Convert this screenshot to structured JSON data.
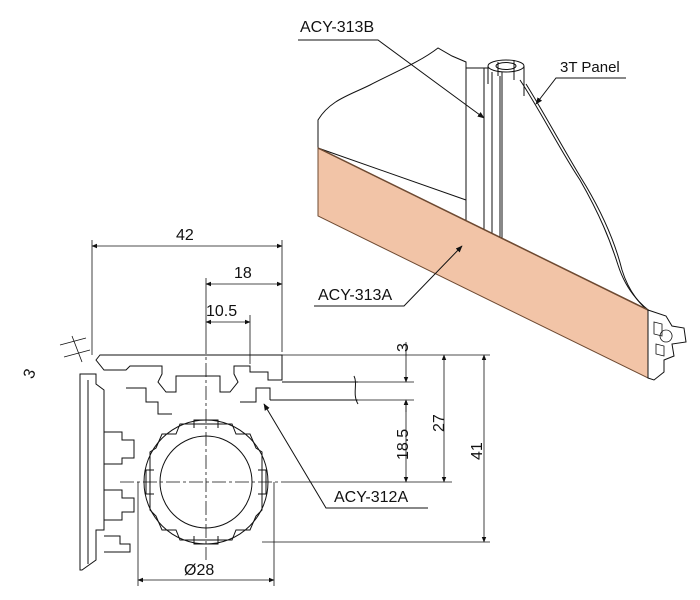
{
  "labels": {
    "part_313b": "ACY-313B",
    "panel": "3T Panel",
    "part_313a": "ACY-313A",
    "part_312a": "ACY-312A"
  },
  "dimensions": {
    "width_42": "42",
    "width_18": "18",
    "width_10_5": "10.5",
    "thickness_3_left": "3",
    "height_3": "3",
    "height_18_5": "18.5",
    "height_27": "27",
    "height_41": "41",
    "diameter_28": "Ø28"
  },
  "colors": {
    "line": "#111111",
    "rail_fill": "#f2c4a7",
    "rail_stroke": "#6e4a32"
  }
}
